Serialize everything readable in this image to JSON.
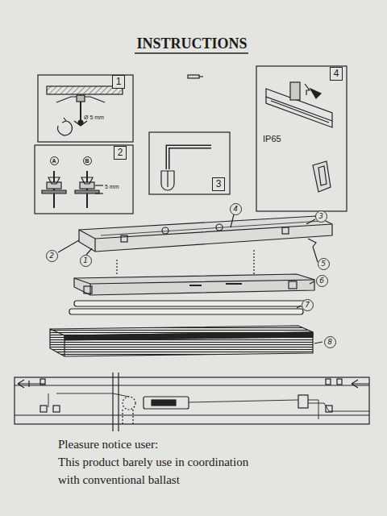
{
  "diagram": {
    "title": "INSTRUCTIONS",
    "nodes": [
      {
        "text": [
          "1"
        ]
      },
      {
        "text": [
          "A"
        ]
      },
      {
        "text": [
          "B"
        ]
      },
      {
        "text": [
          "2"
        ]
      },
      {
        "text": [
          "3"
        ]
      },
      {
        "text": [
          "4"
        ]
      },
      {
        "text": [
          "4"
        ]
      },
      {
        "text": [
          "3"
        ]
      },
      {
        "text": [
          "2"
        ]
      },
      {
        "text": [
          "1"
        ]
      },
      {
        "text": [
          "5"
        ]
      },
      {
        "text": [
          "6"
        ]
      },
      {
        "text": [
          "7"
        ]
      },
      {
        "text": [
          "8"
        ]
      }
    ],
    "labels": [
      "Ø 5 mm",
      "5 mm",
      "IP65",
      "Pleasure notice user:",
      "This product barely use in coordination",
      "with conventional ballast"
    ]
  }
}
